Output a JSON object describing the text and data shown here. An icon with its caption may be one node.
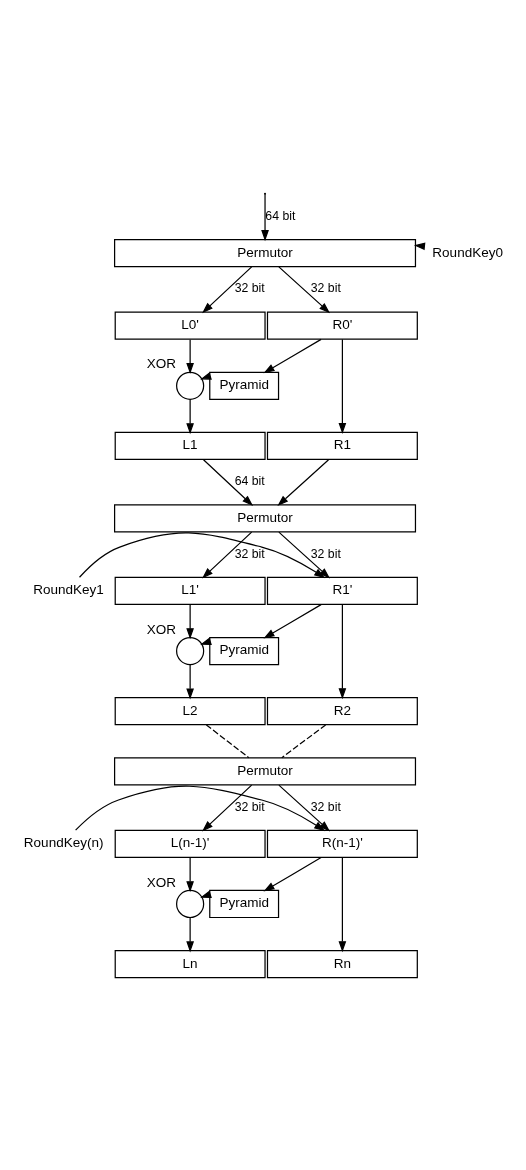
{
  "diagram": {
    "nodes": [
      {
        "text": [
          "Permutor"
        ]
      },
      {
        "text": [
          "RoundKey0"
        ]
      },
      {
        "text": [
          "L0'"
        ]
      },
      {
        "text": [
          "R0'"
        ]
      },
      {
        "text": [],
        "shape": "circle",
        "beside": [
          "XOR"
        ]
      },
      {
        "text": [
          "Pyramid"
        ]
      },
      {
        "text": [
          "L1"
        ]
      },
      {
        "text": [
          "R1"
        ]
      },
      {
        "text": [
          "Permutor"
        ]
      },
      {
        "text": [
          "L1'"
        ]
      },
      {
        "text": [
          "R1'"
        ]
      },
      {
        "text": [
          "RoundKey1"
        ]
      },
      {
        "text": [],
        "shape": "circle",
        "beside": [
          "XOR"
        ]
      },
      {
        "text": [
          "Pyramid"
        ]
      },
      {
        "text": [
          "L2"
        ]
      },
      {
        "text": [
          "R2"
        ]
      },
      {
        "text": [
          "Permutor"
        ]
      },
      {
        "text": [
          "L(n-1)'"
        ]
      },
      {
        "text": [
          "R(n-1)'"
        ]
      },
      {
        "text": [
          "RoundKey(n)"
        ]
      },
      {
        "text": [],
        "shape": "circle",
        "beside": [
          "XOR"
        ]
      },
      {
        "text": [
          "Pyramid"
        ]
      },
      {
        "text": [
          "Ln"
        ]
      },
      {
        "text": [
          "Rn"
        ]
      }
    ],
    "edges": [
      {
        "from": null,
        "to": 0,
        "arrow": "to",
        "label": "64 bit"
      },
      {
        "from": 1,
        "to": 0,
        "arrow": "to"
      },
      {
        "from": 0,
        "to": 2,
        "arrow": "to",
        "label": "32 bit"
      },
      {
        "from": 0,
        "to": 3,
        "arrow": "to",
        "label": "32 bit"
      },
      {
        "from": 2,
        "to": 4,
        "arrow": "to"
      },
      {
        "from": 3,
        "to": 5,
        "arrow": "to"
      },
      {
        "from": 5,
        "to": 4,
        "arrow": "to"
      },
      {
        "from": 4,
        "to": 6,
        "arrow": "to"
      },
      {
        "from": 3,
        "to": 7,
        "arrow": "to"
      },
      {
        "from": 6,
        "to": 8,
        "arrow": "to",
        "label": "64 bit"
      },
      {
        "from": 7,
        "to": 8,
        "arrow": "to"
      },
      {
        "from": 8,
        "to": 9,
        "arrow": "to",
        "label": "32 bit"
      },
      {
        "from": 8,
        "to": 10,
        "arrow": "to",
        "label": "32 bit"
      },
      {
        "from": 11,
        "to": 10,
        "arrow": "to"
      },
      {
        "from": 9,
        "to": 12,
        "arrow": "to"
      },
      {
        "from": 10,
        "to": 13,
        "arrow": "to"
      },
      {
        "from": 13,
        "to": 12,
        "arrow": "to"
      },
      {
        "from": 12,
        "to": 14,
        "arrow": "to"
      },
      {
        "from": 10,
        "to": 15,
        "arrow": "to"
      },
      {
        "from": 14,
        "to": 16,
        "arrow": "none",
        "style": "dashed"
      },
      {
        "from": 15,
        "to": 16,
        "arrow": "none",
        "style": "dashed"
      },
      {
        "from": 16,
        "to": 17,
        "arrow": "to",
        "label": "32 bit"
      },
      {
        "from": 16,
        "to": 18,
        "arrow": "to",
        "label": "32 bit"
      },
      {
        "from": 19,
        "to": 18,
        "arrow": "to"
      },
      {
        "from": 17,
        "to": 20,
        "arrow": "to"
      },
      {
        "from": 18,
        "to": 21,
        "arrow": "to"
      },
      {
        "from": 21,
        "to": 20,
        "arrow": "to"
      },
      {
        "from": 20,
        "to": 22,
        "arrow": "to"
      },
      {
        "from": 18,
        "to": 23,
        "arrow": "to"
      }
    ]
  }
}
